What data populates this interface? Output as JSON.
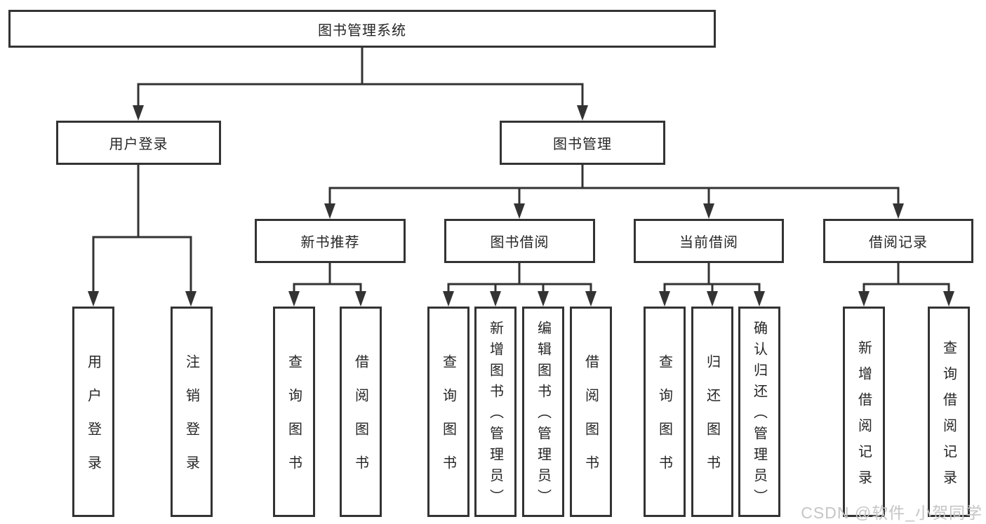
{
  "diagram": {
    "root": {
      "label": "图书管理系统"
    },
    "level2": [
      {
        "label": "用户登录"
      },
      {
        "label": "图书管理"
      }
    ],
    "level3": [
      {
        "label": "新书推荐"
      },
      {
        "label": "图书借阅"
      },
      {
        "label": "当前借阅"
      },
      {
        "label": "借阅记录"
      }
    ],
    "leaves": {
      "user_login": [
        {
          "label": "用户登录"
        },
        {
          "label": "注销登录"
        }
      ],
      "new_book": [
        {
          "label": "查询图书"
        },
        {
          "label": "借阅图书"
        }
      ],
      "book_borrow": [
        {
          "label": "查询图书"
        },
        {
          "label": "新增图书（管理员）"
        },
        {
          "label": "编辑图书（管理员）"
        },
        {
          "label": "借阅图书"
        }
      ],
      "current_borrow": [
        {
          "label": "查询图书"
        },
        {
          "label": "归还图书"
        },
        {
          "label": "确认归还（管理员）"
        }
      ],
      "borrow_record": [
        {
          "label": "新增借阅记录"
        },
        {
          "label": "查询借阅记录"
        }
      ]
    }
  },
  "watermark": {
    "text": "CSDN @软件_小贺同学"
  },
  "colors": {
    "line": "#333333",
    "text": "#262626",
    "background": "#ffffff",
    "watermark": "#c5c5c5"
  }
}
